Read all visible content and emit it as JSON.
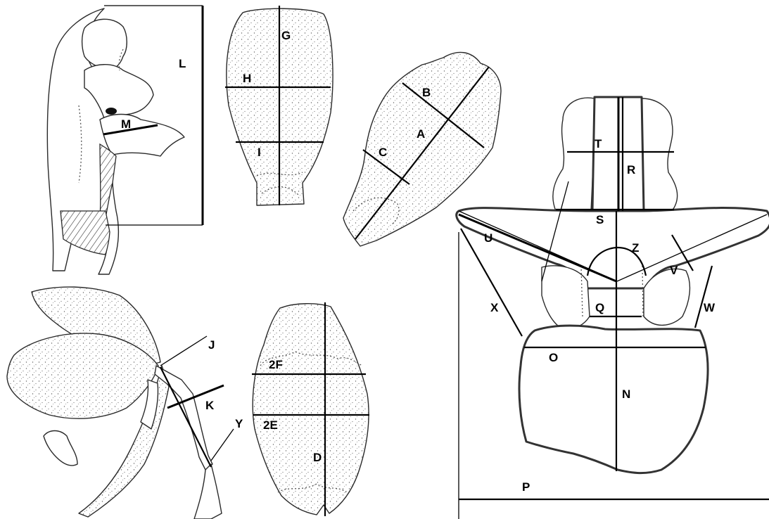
{
  "labels": {
    "L": "L",
    "M": "M",
    "G": "G",
    "H": "H",
    "I": "I",
    "A": "A",
    "B": "B",
    "C": "C",
    "J": "J",
    "K": "K",
    "Y": "Y",
    "F2": "2F",
    "E2": "2E",
    "D": "D",
    "T": "T",
    "R": "R",
    "S": "S",
    "U": "U",
    "Z": "Z",
    "V": "V",
    "X": "X",
    "Q": "Q",
    "W": "W",
    "O": "O",
    "N": "N",
    "P": "P"
  },
  "panels": [
    "column-lateral-view",
    "dorsal-sepal",
    "lateral-sepal",
    "flower-lateral-view",
    "petal",
    "lip-spread"
  ]
}
